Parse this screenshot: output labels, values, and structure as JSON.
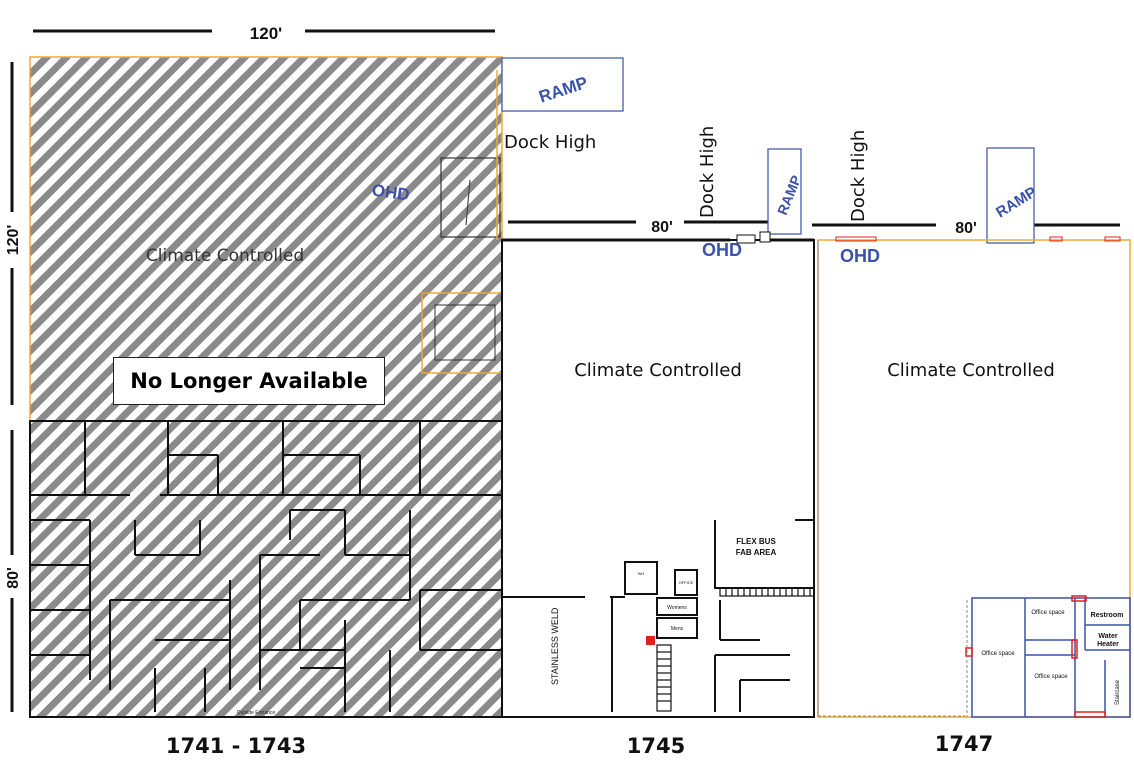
{
  "dimensions": {
    "top_width": "120'",
    "left_top_height": "120'",
    "left_bottom_height": "80'",
    "unit_1745_width": "80'",
    "unit_1747_width": "80'"
  },
  "units": {
    "left": {
      "label": "1741 - 1743",
      "area_label": "Climate Controlled",
      "status": "No Longer Available",
      "ohd": "OHD",
      "ramp": "RAMP",
      "dock": "Dock High",
      "outside_entrance": "Outside Entrance"
    },
    "middle": {
      "label": "1745",
      "area_label": "Climate Controlled",
      "ohd": "OHD",
      "ramp": "RAMP",
      "dock": "Dock High",
      "flex_line1": "FLEX BUS",
      "flex_line2": "FAB AREA",
      "weld": "STAINLESS WELD",
      "womens": "Womens",
      "mens": "Mens",
      "small_room_1": "WH",
      "small_room_2": "OFFICE"
    },
    "right": {
      "label": "1747",
      "area_label": "Climate Controlled",
      "ohd": "OHD",
      "ramp": "RAMP",
      "dock": "Dock High",
      "office_space_1": "Office space",
      "office_space_2": "Office space",
      "office_space_3": "Office space",
      "restroom": "Restroom",
      "water_heater_1": "Water",
      "water_heater_2": "Heater",
      "staircase": "Staircase"
    }
  },
  "colors": {
    "hatch": "#8a8a8a",
    "walls": "#222222",
    "blue_label": "#3a52a8",
    "orange_outline": "#f0a830",
    "red_mark": "#e02020"
  }
}
